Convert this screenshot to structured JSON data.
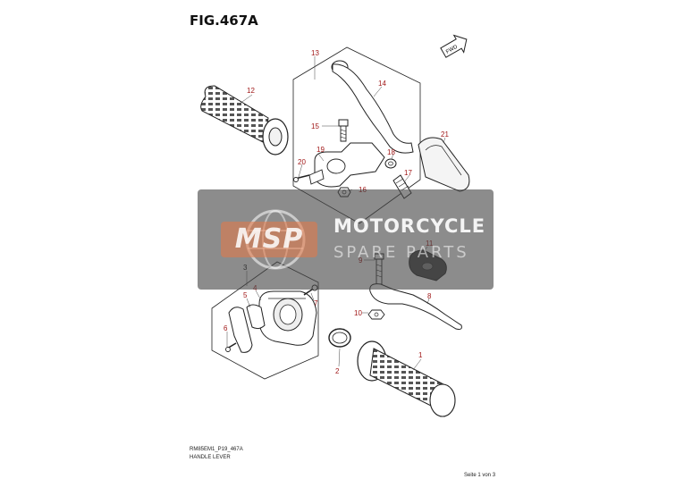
{
  "figure": {
    "title": "FIG.467A",
    "direction_mark": "FWD"
  },
  "callouts": {
    "c1": "1",
    "c2": "2",
    "c3": "3",
    "c4": "4",
    "c5": "5",
    "c6": "6",
    "c7": "7",
    "c8": "8",
    "c9": "9",
    "c10": "10",
    "c11": "11",
    "c12": "12",
    "c13": "13",
    "c14": "14",
    "c15": "15",
    "c16": "16",
    "c17": "17",
    "c18": "18",
    "c19": "19",
    "c20": "20",
    "c21": "21"
  },
  "watermark": {
    "logo": "MSP",
    "brand_line1": "MOTORCYCLE",
    "brand_line2": "SPARE PARTS"
  },
  "footer": {
    "code": "RM85EM1_P19_467A",
    "name": "HANDLE LEVER",
    "page": "Seite 1 von 3"
  },
  "colors": {
    "callout_red": "#a01818",
    "line": "#222222"
  }
}
